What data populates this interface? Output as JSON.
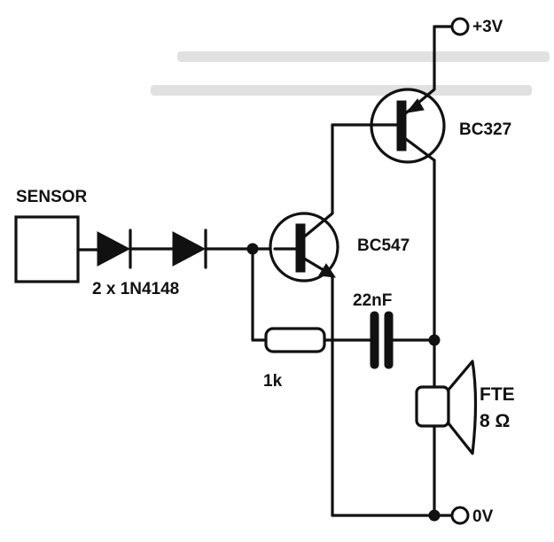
{
  "labels": {
    "sensor": "SENSOR",
    "diodes": "2 x 1N4148",
    "q1": "BC547",
    "q2": "BC327",
    "capacitor": "22nF",
    "resistor": "1k",
    "speaker_name": "FTE",
    "speaker_impedance": "8 Ω",
    "supply_positive": "+3V",
    "supply_ground": "0V"
  },
  "colors": {
    "ink": "#111111",
    "paper": "#ffffff"
  },
  "icons": {
    "sensor": "square-box",
    "diode": "diode-symbol",
    "npn": "npn-transistor-symbol",
    "pnp": "pnp-transistor-symbol",
    "resistor": "resistor-symbol",
    "capacitor": "capacitor-symbol",
    "speaker": "speaker-symbol",
    "terminal": "open-circle-terminal"
  }
}
